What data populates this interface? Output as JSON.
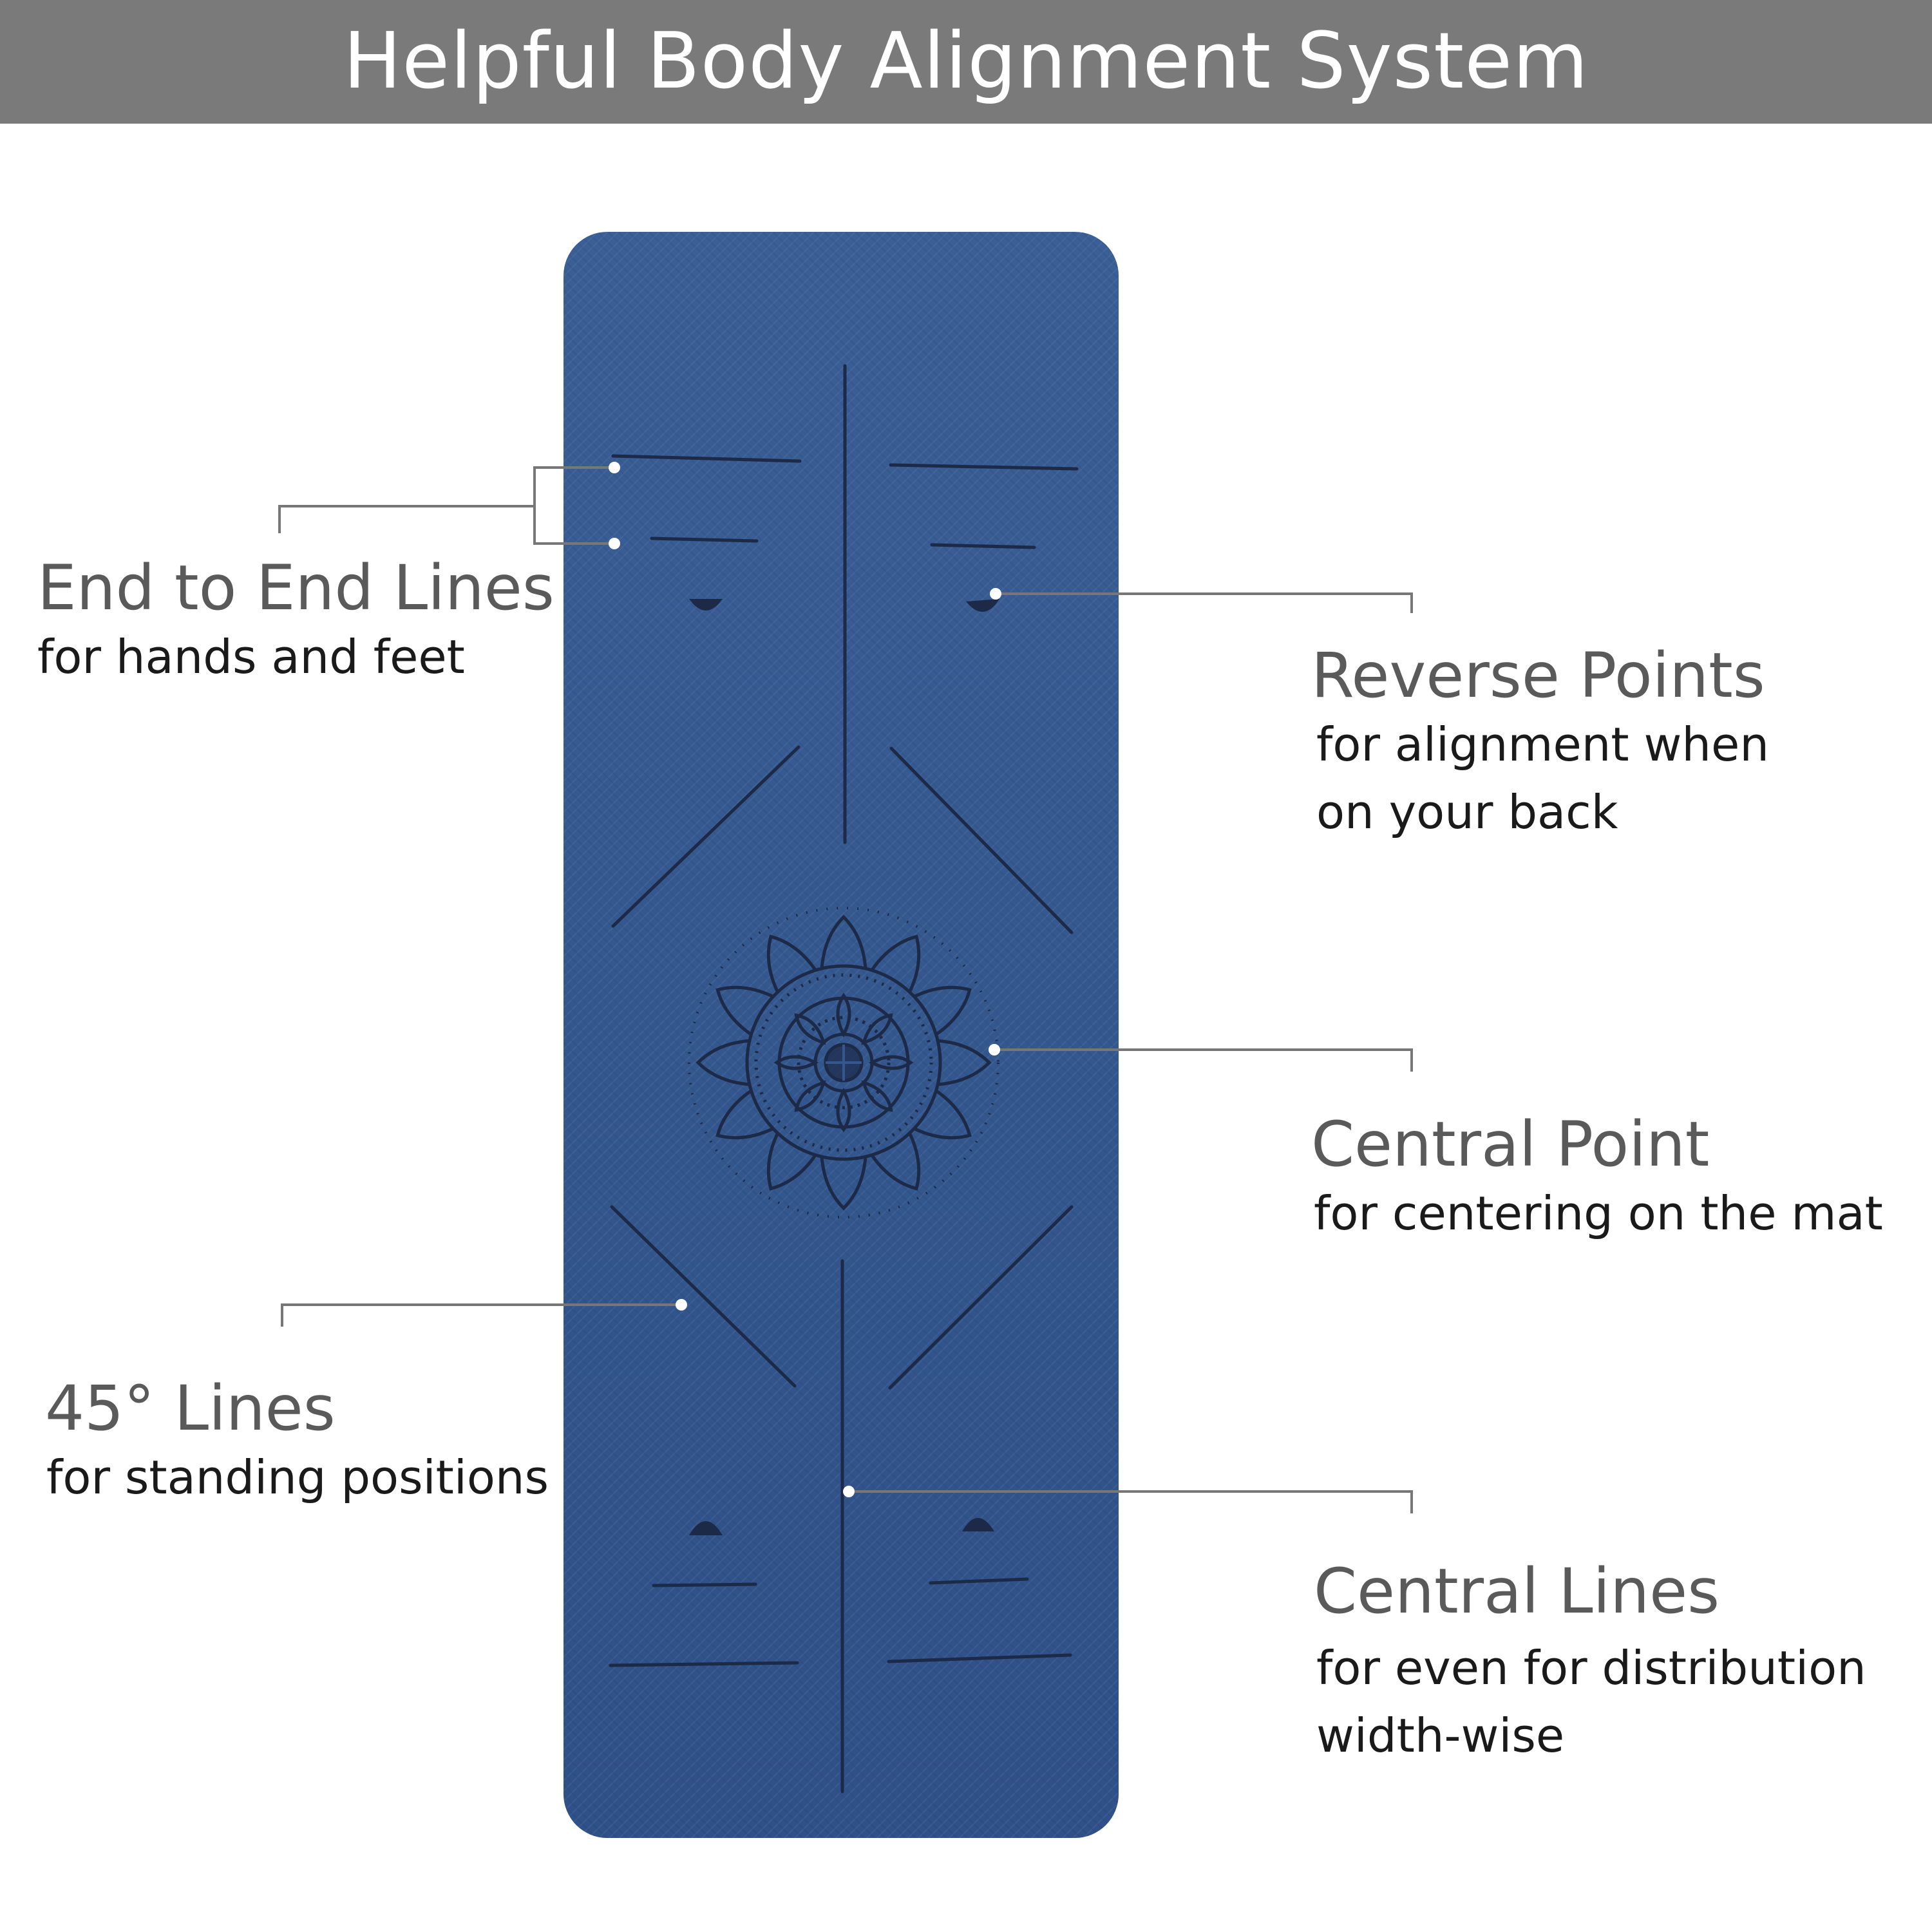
{
  "header": {
    "title": "Helpful Body Alignment System"
  },
  "colors": {
    "header_bg": "#7a7a7a",
    "mat": "#34578e",
    "mat_lines": "#1c2a48",
    "callout_line": "#777777",
    "title_text": "#5a5a5a",
    "sub_text": "#1a1a1a"
  },
  "callouts": {
    "end_to_end": {
      "title": "End to End Lines",
      "sub1": "for hands and feet"
    },
    "reverse_points": {
      "title": "Reverse Points",
      "sub1": "for alignment when",
      "sub2": "on your back"
    },
    "central_point": {
      "title": "Central Point",
      "sub1": "for centering on the mat"
    },
    "forty_five": {
      "title": "45° Lines",
      "sub1": "for standing positions"
    },
    "central_lines": {
      "title": "Central Lines",
      "sub1": "for even for distribution",
      "sub2": "width-wise"
    }
  },
  "icons": {
    "mandala": "mandala-icon",
    "reverse_point_marks": "half-circle-icon"
  }
}
